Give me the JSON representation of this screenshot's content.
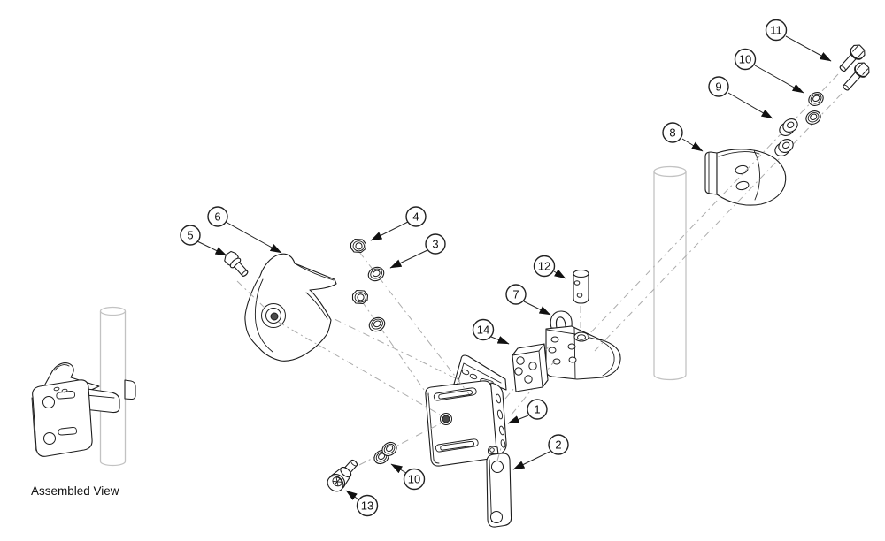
{
  "diagram": {
    "assembled_view_label": "Assembled View",
    "callouts": [
      {
        "num": "1"
      },
      {
        "num": "2"
      },
      {
        "num": "3"
      },
      {
        "num": "4"
      },
      {
        "num": "5"
      },
      {
        "num": "6"
      },
      {
        "num": "7"
      },
      {
        "num": "8"
      },
      {
        "num": "9"
      },
      {
        "num": "10"
      },
      {
        "num": "11"
      },
      {
        "num": "12"
      },
      {
        "num": "13"
      },
      {
        "num": "14"
      },
      {
        "num": "10"
      }
    ],
    "colors": {
      "background": "#ffffff",
      "line": "#1c1c1c",
      "tube": "#c2c2c2",
      "phantom": "#ababab"
    }
  }
}
